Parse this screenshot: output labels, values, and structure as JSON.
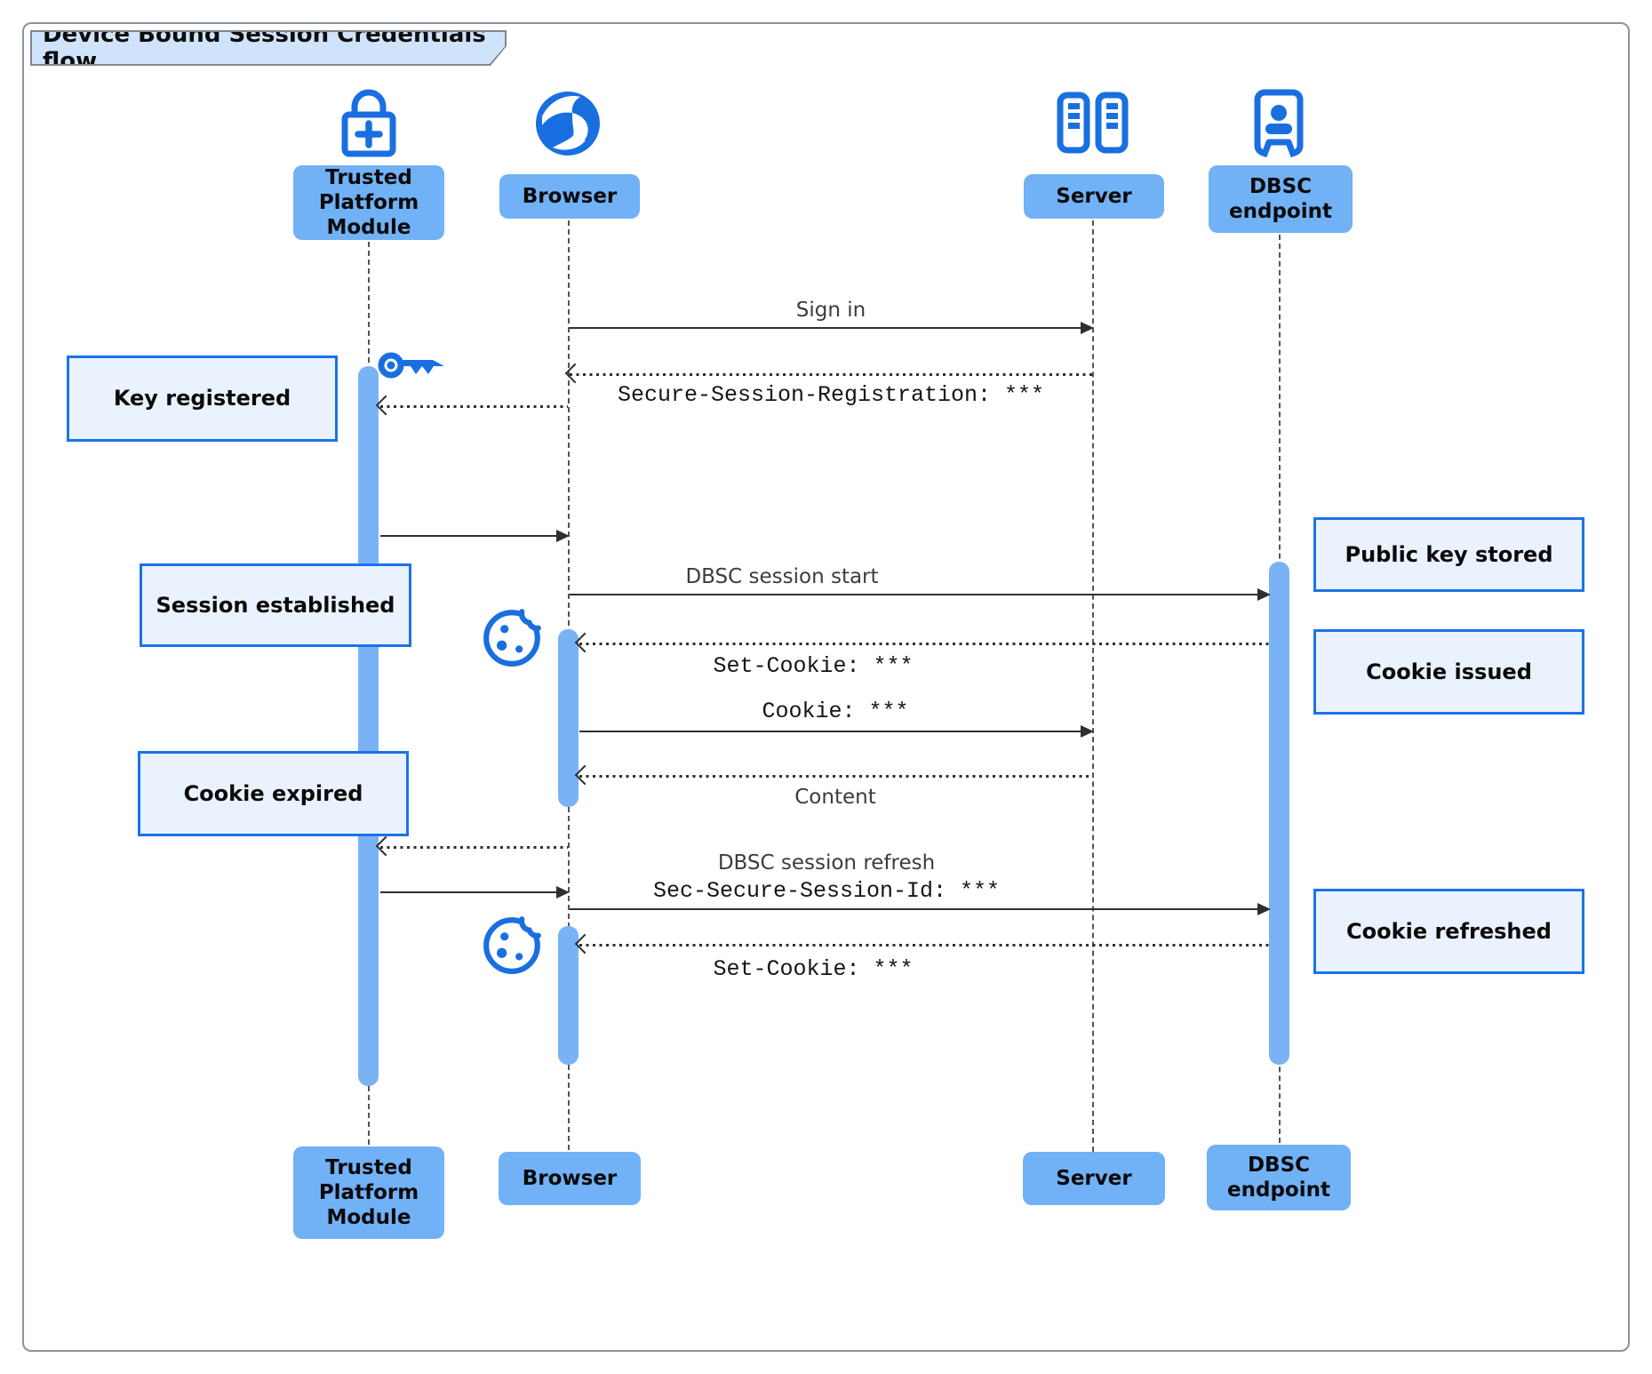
{
  "diagram": {
    "title": "Device Bound Session Credentials flow"
  },
  "participants": [
    {
      "id": "tpm",
      "label": "Trusted Platform Module",
      "icon": "lock-plus-icon"
    },
    {
      "id": "browser",
      "label": "Browser",
      "icon": "globe-icon"
    },
    {
      "id": "server",
      "label": "Server",
      "icon": "server-rack-icon"
    },
    {
      "id": "dbsc",
      "label": "DBSC endpoint",
      "icon": "endpoint-booth-icon"
    }
  ],
  "messages": [
    {
      "from": "Browser",
      "to": "Server",
      "style": "solid",
      "label": "Sign in"
    },
    {
      "from": "Server",
      "to": "Browser",
      "style": "dashed",
      "label": "Secure-Session-Registration: ***",
      "font": "mono"
    },
    {
      "from": "Browser",
      "to": "Trusted Platform Module",
      "style": "dashed",
      "label": "",
      "icon": "key-icon"
    },
    {
      "from": "Trusted Platform Module",
      "to": "Browser",
      "style": "solid",
      "label": ""
    },
    {
      "from": "Browser",
      "to": "DBSC endpoint",
      "style": "solid",
      "label": "DBSC session start"
    },
    {
      "from": "DBSC endpoint",
      "to": "Browser",
      "style": "dashed",
      "label": "Set-Cookie: ***",
      "font": "mono",
      "icon": "cookie-icon"
    },
    {
      "from": "Browser",
      "to": "Server",
      "style": "solid",
      "label": "Cookie: ***",
      "font": "mono"
    },
    {
      "from": "Server",
      "to": "Browser",
      "style": "dashed",
      "label": "Content"
    },
    {
      "from": "Browser",
      "to": "Trusted Platform Module",
      "style": "dashed",
      "label": ""
    },
    {
      "from": "Trusted Platform Module",
      "to": "Browser",
      "style": "solid",
      "label": ""
    },
    {
      "from": "Browser",
      "to": "DBSC endpoint",
      "style": "solid",
      "label": "DBSC session refresh",
      "label2": "Sec-Secure-Session-Id: ***"
    },
    {
      "from": "DBSC endpoint",
      "to": "Browser",
      "style": "dashed",
      "label": "Set-Cookie: ***",
      "font": "mono",
      "icon": "cookie-icon"
    }
  ],
  "notes": [
    {
      "side": "left",
      "label": "Key registered"
    },
    {
      "side": "right",
      "label": "Public key stored"
    },
    {
      "side": "left",
      "label": "Session established"
    },
    {
      "side": "right",
      "label": "Cookie issued"
    },
    {
      "side": "left",
      "label": "Cookie expired"
    },
    {
      "side": "right",
      "label": "Cookie refreshed"
    }
  ],
  "colors": {
    "accent_blue": "#1a6fe0",
    "participant_fill": "#71b1f6",
    "activation_fill": "#79b3f6",
    "note_fill": "#eaf2fd",
    "note_border": "#1a73e8",
    "title_fill": "#cfe3fb",
    "line": "#2f2f2f",
    "lifeline": "#555555"
  }
}
